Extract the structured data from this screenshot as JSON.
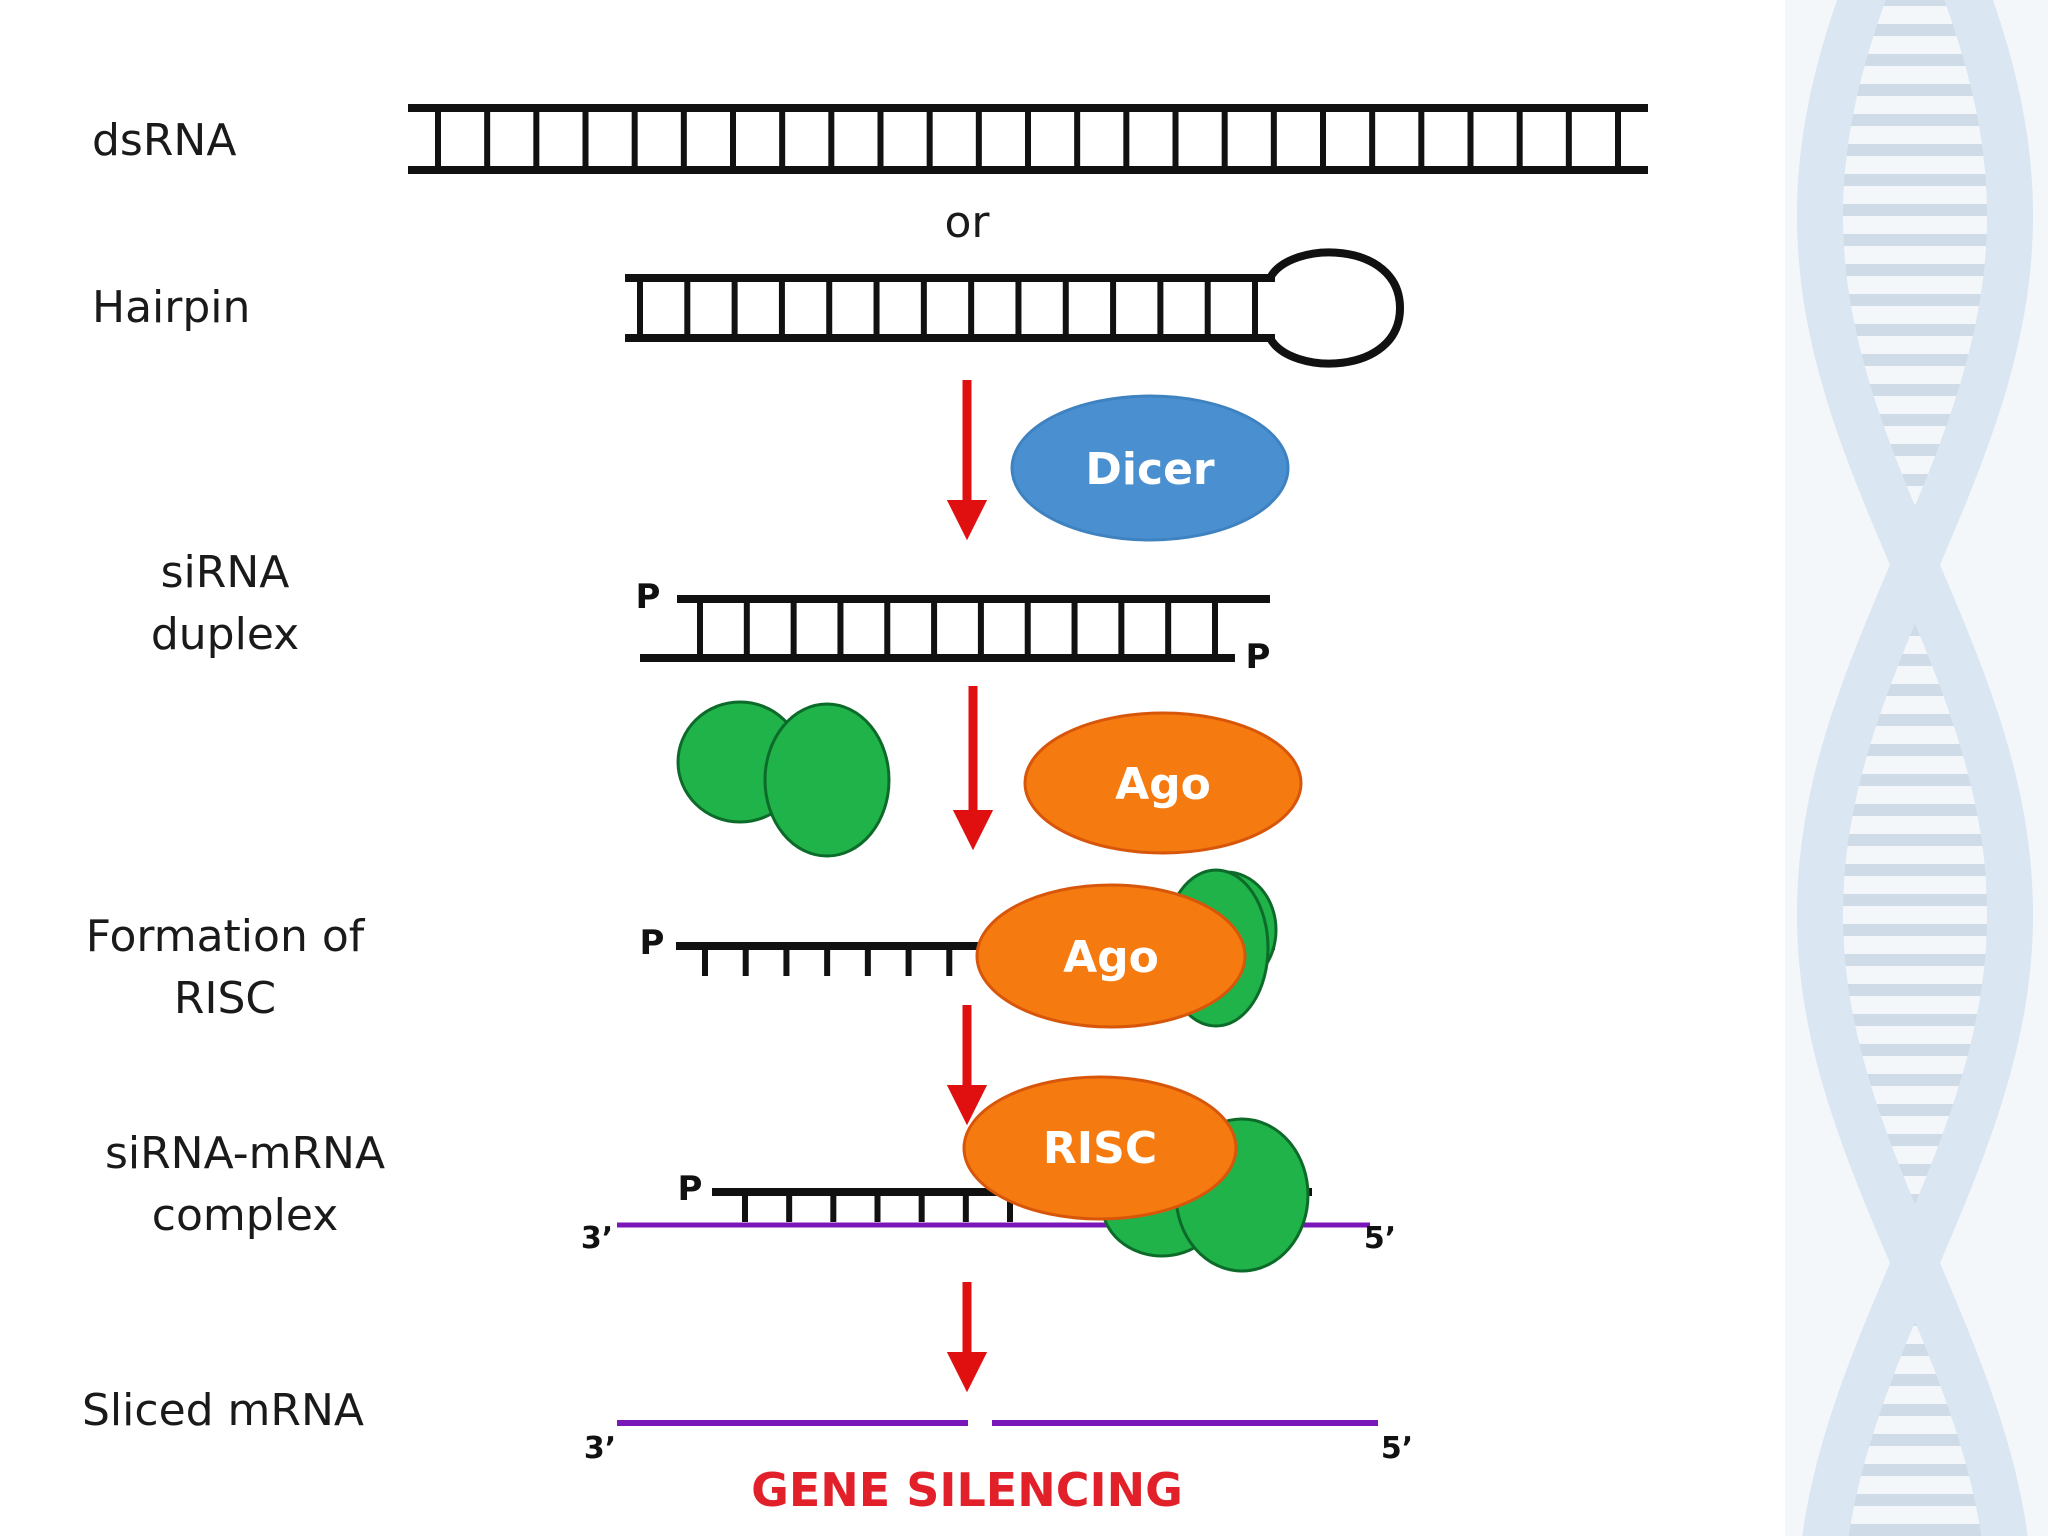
{
  "steps": {
    "dsrna": "dsRNA",
    "or": "or",
    "hairpin": "Hairpin",
    "sirna_duplex_line1": "siRNA",
    "sirna_duplex_line2": "duplex",
    "risc_formation_line1": "Formation of",
    "risc_formation_line2": "RISC",
    "complex_line1": "siRNA-mRNA",
    "complex_line2": "complex",
    "sliced": "Sliced mRNA"
  },
  "proteins": {
    "dicer": "Dicer",
    "ago_free": "Ago",
    "ago_bound": "Ago",
    "risc": "RISC"
  },
  "markers": {
    "phosphate": "P",
    "three_prime": "3’",
    "five_prime": "5’"
  },
  "result": "GENE SILENCING",
  "colors": {
    "strand": "#111111",
    "mrna": "#7a17b8",
    "arrow": "#e01010",
    "dicer": "#4a90d0",
    "ago": "#f57a10",
    "ago_border": "#d8560a",
    "partner": "#1fb34a",
    "partner_border": "#0d6b2a",
    "result": "#e2202a",
    "helix_bg": "#d4e2ef",
    "helix_rung": "#c7d6e4"
  }
}
